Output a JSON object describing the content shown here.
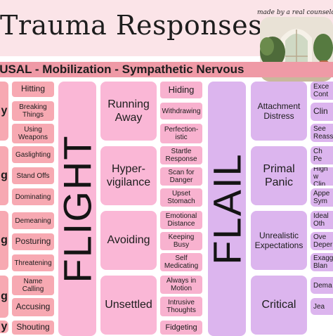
{
  "header": {
    "title": "Trauma Responses",
    "credit": "made by a real counselor"
  },
  "banner": {
    "text": "OUSAL - Mobilization - Sympathetic Nervous"
  },
  "fight_edge": [
    "y",
    "g",
    "g",
    "g",
    "y"
  ],
  "fight": [
    "Hitting",
    "Breaking Things",
    "Using Weapons",
    "Gaslighting",
    "Stand Offs",
    "Dominating",
    "Demeaning",
    "Posturing",
    "Threatening",
    "Name Calling",
    "Accusing",
    "Shouting"
  ],
  "flight": {
    "label": "FLIGHT",
    "big": [
      "Running Away",
      "Hyper-vigilance",
      "Avoiding",
      "Unsettled"
    ],
    "small": [
      "Hiding",
      "Withdrawing",
      "Perfection-istic",
      "Startle Response",
      "Scan for Danger",
      "Upset Stomach",
      "Emotional Distance",
      "Keeping Busy",
      "Self Medicating",
      "Always in Motion",
      "Intrusive Thoughts",
      "Fidgeting"
    ]
  },
  "flail": {
    "label": "FLAIL",
    "big": [
      "Attachment Distress",
      "Primal Panic",
      "Unrealistic Expectations",
      "Critical"
    ]
  },
  "right_edge": [
    "Exce Cont",
    "Clin",
    "See Reassu",
    "Ch Pe",
    "High w Clin",
    "Appe Sym",
    "Ideal Oth",
    "Ove Deper",
    "Exagge Blan",
    "Dema",
    "Jea"
  ],
  "colors": {
    "title_band": "#fbe4e8",
    "banner": "#ef9aa6",
    "fight": "#f7a9b2",
    "flight": "#fab7d6",
    "flail": "#dcb5ee"
  }
}
